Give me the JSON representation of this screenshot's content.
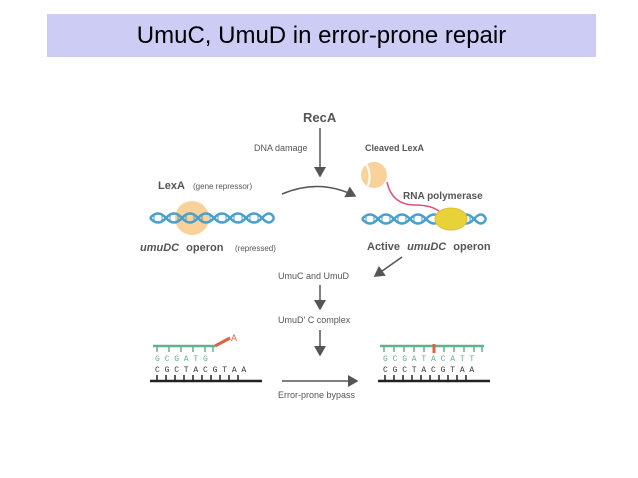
{
  "slide": {
    "title": "UmuC, UmuD in error-prone repair"
  },
  "diagram": {
    "reca": "RecA",
    "dna_damage": "DNA damage",
    "cleaved_lexa": "Cleaved LexA",
    "lexa": "LexA",
    "gene_repressor": "(gene repressor)",
    "rna_polymerase": "RNA polymerase",
    "umudc_operon_italic": "umuDC",
    "operon_word": "operon",
    "repressed": "(repressed)",
    "active_word": "Active",
    "umuc_and_umud": "UmuC and UmuD",
    "umud_c_complex": "UmuD' C complex",
    "error_prone_bypass": "Error-prone bypass",
    "mutant_base": "A",
    "left_top_seq": "G C G A T G",
    "left_bottom_seq": "C G C T A C G T A A",
    "right_top_seq": "G C G A T A C A T T",
    "right_bottom_seq": "C G C T A C G T A A"
  },
  "colors": {
    "title_bg": "#ccccf5",
    "dna_blue": "#4aa0c8",
    "repressor_orange": "#f7c98a",
    "polymerase_yellow": "#e8d23a",
    "rna_pink": "#e0507a",
    "strand_green": "#5fb28c",
    "mutation_red": "#e06040"
  }
}
